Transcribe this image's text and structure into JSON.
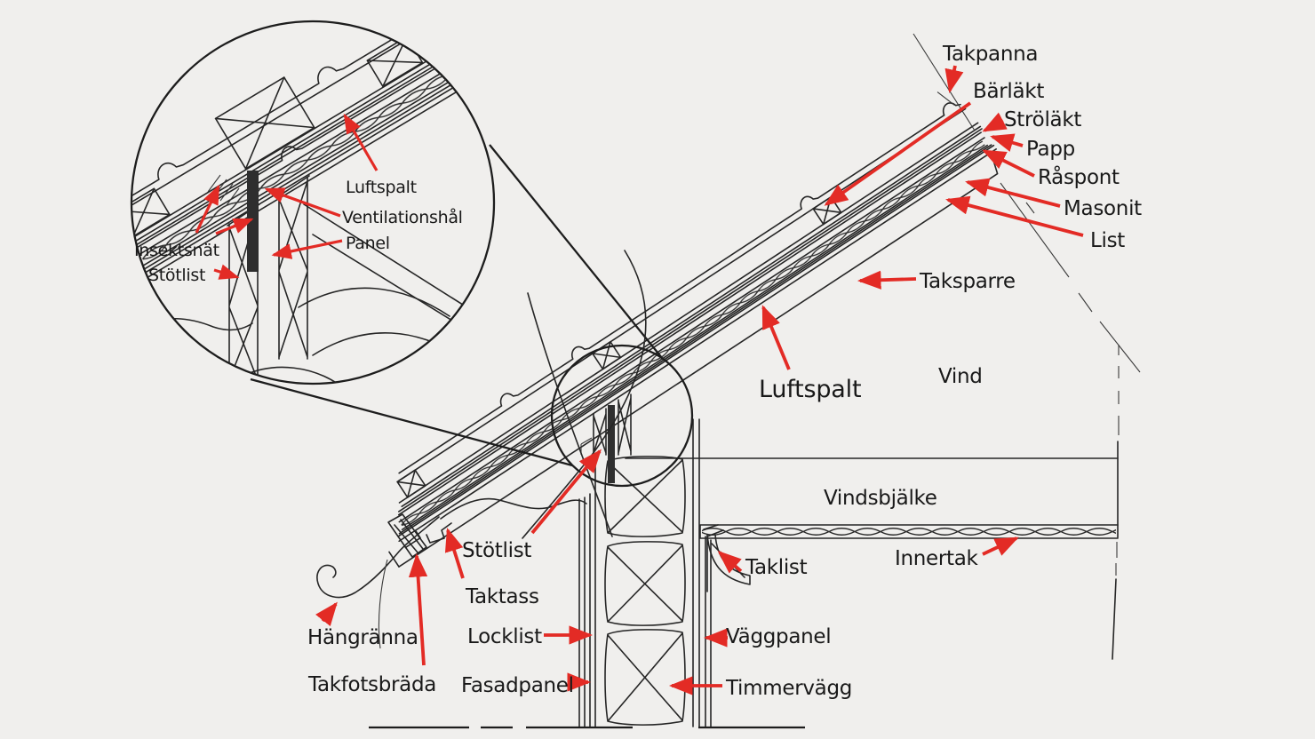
{
  "figure": {
    "kind": "hand-drawn roof and wall construction cross-section with magnified detail circle",
    "language": "Swedish"
  },
  "labels": {
    "takpanna": "Takpanna",
    "barlakt": "Bärläkt",
    "strolakt": "Ströläkt",
    "papp": "Papp",
    "raspont": "Råspont",
    "masonit": "Masonit",
    "list": "List",
    "taksparre": "Taksparre",
    "vind": "Vind",
    "luftspalt_main": "Luftspalt",
    "vindsbjalke": "Vindsbjälke",
    "innertak": "Innertak",
    "taklist": "Taklist",
    "stotlist_main": "Stötlist",
    "taktass": "Taktass",
    "hangranna": "Hängränna",
    "locklist": "Locklist",
    "takfotsbrada": "Takfotsbräda",
    "fasadpanel": "Fasadpanel",
    "vaggpanel": "Väggpanel",
    "timmervagg": "Timmervägg"
  },
  "detail_labels": {
    "luftspalt": "Luftspalt",
    "ventilationshal": "Ventilationshål",
    "panel": "Panel",
    "insektsnat": "Insektsnät",
    "stotlist": "Stötlist"
  },
  "colors": {
    "background": "#f0efed",
    "line": "#262626",
    "arrow_red": "#e32b25",
    "text": "#191919"
  }
}
